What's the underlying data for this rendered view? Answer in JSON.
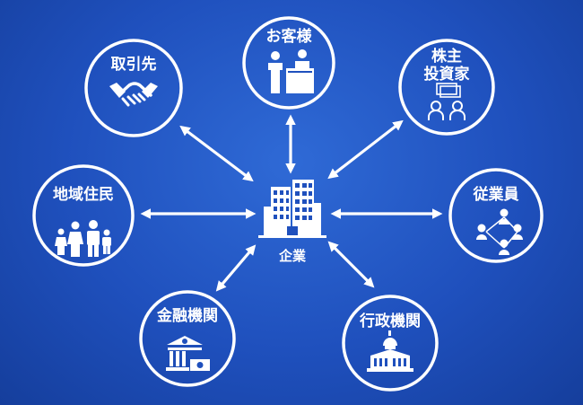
{
  "diagram": {
    "center": {
      "label": "企業",
      "icon": "office-building-icon"
    },
    "nodes": [
      {
        "id": "customers",
        "label_lines": [
          "お客様"
        ],
        "icon": "customer-service-counter-icon"
      },
      {
        "id": "shareholders",
        "label_lines": [
          "株主",
          "投資家"
        ],
        "icon": "investors-money-icon"
      },
      {
        "id": "employees",
        "label_lines": [
          "従業員"
        ],
        "icon": "employee-network-icon"
      },
      {
        "id": "government",
        "label_lines": [
          "行政機関"
        ],
        "icon": "government-building-icon"
      },
      {
        "id": "financial",
        "label_lines": [
          "金融機関"
        ],
        "icon": "bank-icon"
      },
      {
        "id": "residents",
        "label_lines": [
          "地域住民"
        ],
        "icon": "family-icon"
      },
      {
        "id": "partners",
        "label_lines": [
          "取引先"
        ],
        "icon": "handshake-icon"
      }
    ],
    "connector": "double-headed-arrow",
    "colors": {
      "background": "#1f50bd",
      "foreground": "#ffffff"
    }
  }
}
